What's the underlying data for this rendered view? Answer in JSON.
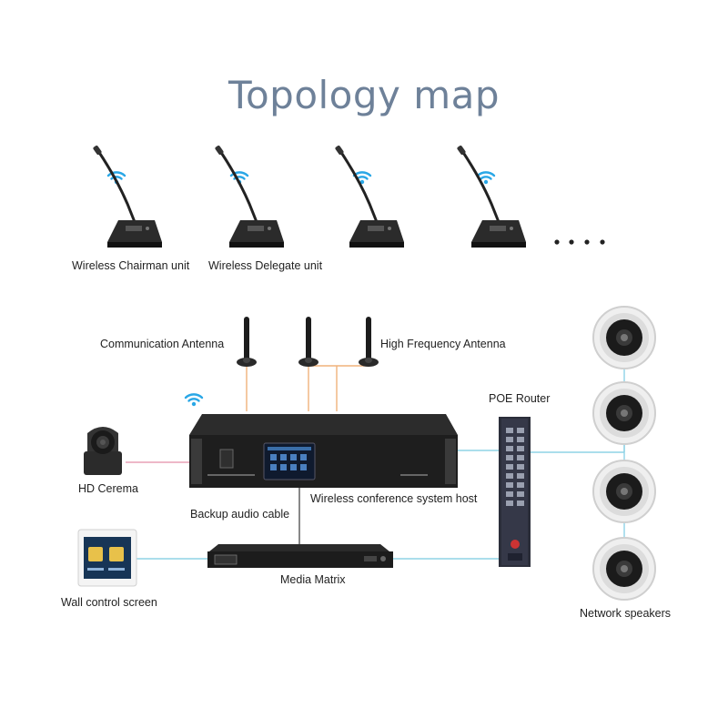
{
  "title": "Topology map",
  "labels": {
    "chairman_unit": "Wireless Chairman unit",
    "delegate_unit": "Wireless Delegate unit",
    "ellipsis": "....",
    "communication_antenna": "Communication Antenna",
    "high_frequency_antenna": "High Frequency Antenna",
    "poe_router": "POE Router",
    "hd_camera": "HD Cerema",
    "host": "Wireless conference system host",
    "backup_audio_cable": "Backup audio cable",
    "media_matrix": "Media Matrix",
    "wall_control_screen": "Wall control screen",
    "network_speakers": "Network speakers"
  },
  "colors": {
    "title": "#6e8199",
    "wifi": "#2aa7e6",
    "antenna_line": "#f0b27a",
    "camera_line": "#e8a0b6",
    "network_line": "#8fd3e6",
    "gray_line": "#555555"
  }
}
